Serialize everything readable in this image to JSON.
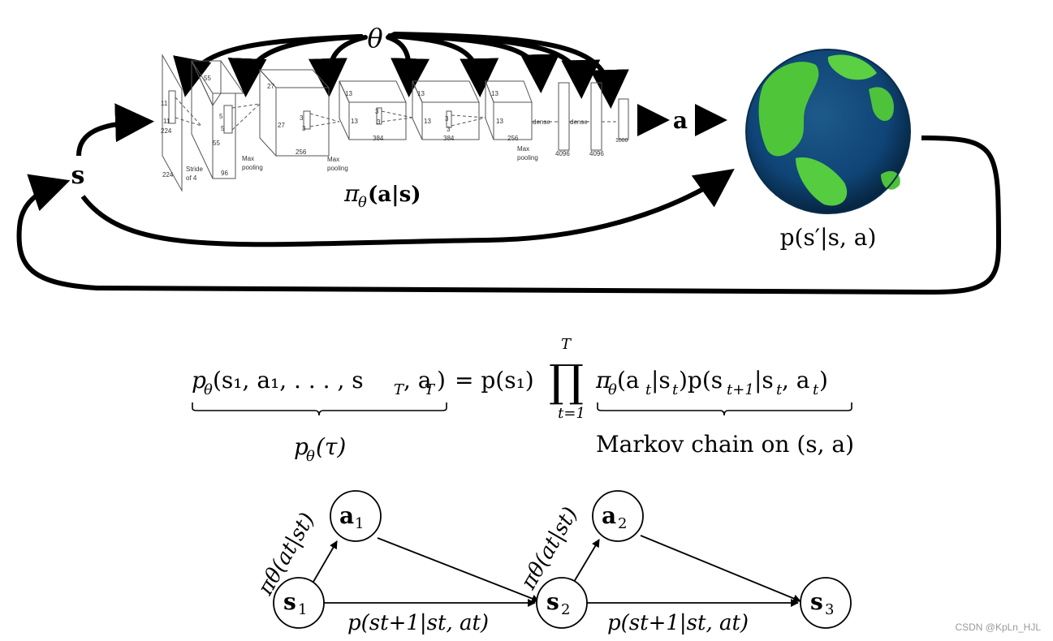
{
  "top": {
    "theta": "θ",
    "state": "s",
    "action": "a",
    "policy": {
      "pi": "π",
      "sub": "θ",
      "args": "(a|s)"
    },
    "dynamics": "p(s′|s, a)",
    "network": {
      "input_labels": [
        "11",
        "11",
        "224",
        "224"
      ],
      "stride_label": [
        "Stride",
        "of 4"
      ],
      "layer_sizes": [
        "55",
        "55",
        "96",
        "5",
        "5",
        "27",
        "27",
        "256",
        "3",
        "3",
        "13",
        "13",
        "384",
        "3",
        "3",
        "13",
        "13",
        "384",
        "3",
        "3",
        "13",
        "13",
        "256",
        "4096",
        "4096",
        "1000"
      ],
      "pooling": [
        "Max",
        "pooling"
      ],
      "dense": "dense"
    }
  },
  "equation": {
    "lhs_p": "p",
    "lhs_sub": "θ",
    "lhs_args": "(s₁, a₁, . . . , s",
    "lhs_T": "T",
    "lhs_a": ", a",
    "lhs_close": ")",
    "equals": "= p(s₁)",
    "prod": "∏",
    "prod_top": "T",
    "prod_bottom": "t=1",
    "rhs": "π",
    "rhs_sub": "θ",
    "rhs_args": "(a",
    "rhs_rest": "|s",
    "rhs_p": ")p(s",
    "rhs_tail": "|s",
    "rhs_end": ", a",
    "rhs_close": ")",
    "t": "t",
    "tp1": "t+1",
    "brace_left_label": "p",
    "brace_left_sub": "θ",
    "brace_left_arg": "(τ)",
    "brace_right_label": "Markov chain on (s, a)"
  },
  "graph": {
    "nodes": {
      "s1": {
        "base": "s",
        "sub": "1"
      },
      "a1": {
        "base": "a",
        "sub": "1"
      },
      "s2": {
        "base": "s",
        "sub": "2"
      },
      "a2": {
        "base": "a",
        "sub": "2"
      },
      "s3": {
        "base": "s",
        "sub": "3"
      }
    },
    "policy_label": "πθ(at|st)",
    "transition_label": "p(st+1|st, at)"
  },
  "watermark": "CSDN @KpLn_HJL"
}
